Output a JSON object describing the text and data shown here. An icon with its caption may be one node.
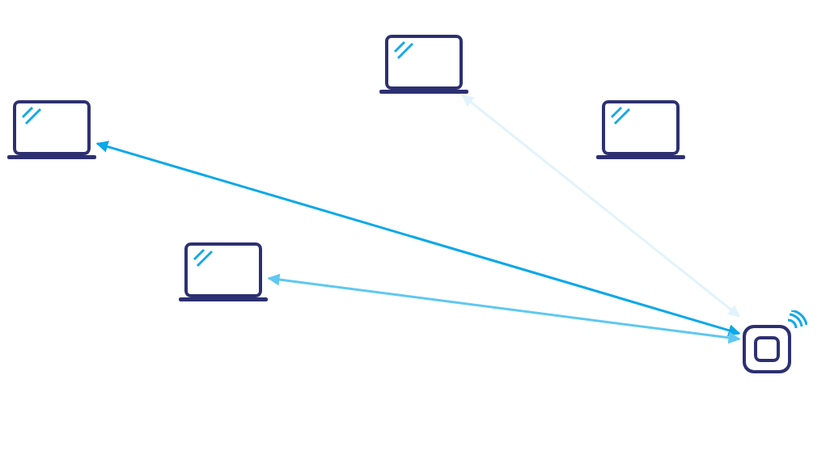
{
  "diagram": {
    "nodes": [
      {
        "text": [],
        "shape": "laptop"
      },
      {
        "text": [],
        "shape": "laptop"
      },
      {
        "text": [],
        "shape": "laptop"
      },
      {
        "text": [],
        "shape": "laptop"
      },
      {
        "text": [],
        "shape": "router"
      }
    ],
    "edges": [
      {
        "from": 4,
        "to": 0,
        "arrow": "both",
        "color": "#e3f3fb"
      },
      {
        "from": 4,
        "to": 1,
        "arrow": "both",
        "color": "#0aa8e8"
      },
      {
        "from": 4,
        "to": 3,
        "arrow": "both",
        "color": "#5fc8f0"
      }
    ]
  }
}
